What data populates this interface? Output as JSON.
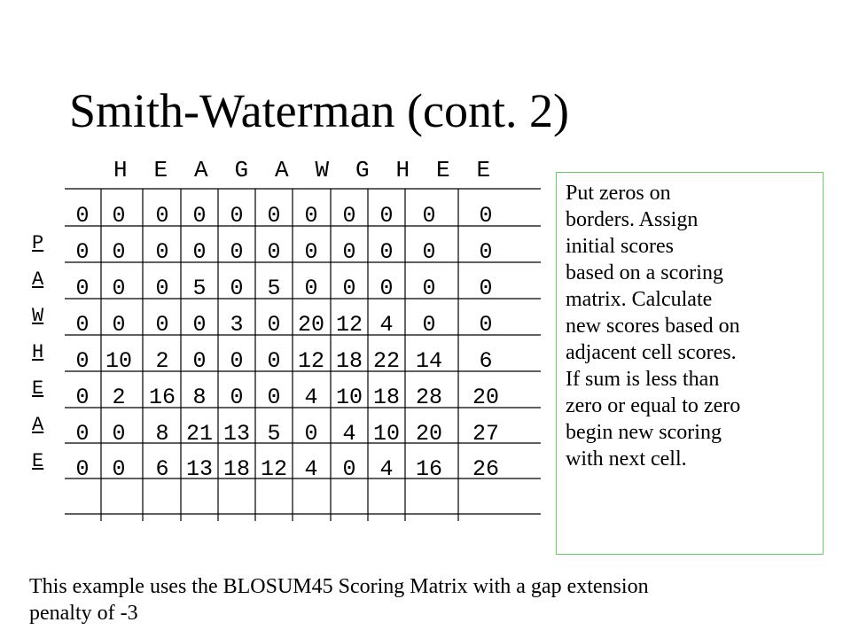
{
  "title": "Smith-Waterman (cont. 2)",
  "header_letters": [
    "H",
    "E",
    "A",
    "G",
    "A",
    "W",
    "G",
    "H",
    "E",
    "E"
  ],
  "side_letters": [
    "P",
    "A",
    "W",
    "H",
    "E",
    "A",
    "E"
  ],
  "matrix_rows": [
    [
      "0",
      "0",
      "0",
      "0",
      "0",
      "0",
      "0",
      "0",
      "0",
      "0",
      "0"
    ],
    [
      "0",
      "0",
      "0",
      "0",
      "0",
      "0",
      "0",
      "0",
      "0",
      "0",
      "0"
    ],
    [
      "0",
      "0",
      "0",
      "5",
      "0",
      "5",
      "0",
      "0",
      "0",
      "0",
      "0"
    ],
    [
      "0",
      "0",
      "0",
      "0",
      "3",
      "0",
      "20",
      "12",
      "4",
      "0",
      "0"
    ],
    [
      "0",
      "10",
      "2",
      "0",
      "0",
      "0",
      "12",
      "18",
      "22",
      "14",
      "6"
    ],
    [
      "0",
      "2",
      "16",
      "8",
      "0",
      "0",
      "4",
      "10",
      "18",
      "28",
      "20"
    ],
    [
      "0",
      "0",
      "8",
      "21",
      "13",
      "5",
      "0",
      "4",
      "10",
      "20",
      "27"
    ],
    [
      "0",
      "0",
      "6",
      "13",
      "18",
      "12",
      "4",
      "0",
      "4",
      "16",
      "26"
    ]
  ],
  "note_lines": [
    "Put zeros on",
    "borders. Assign",
    "initial scores",
    "based on a scoring",
    "matrix. Calculate",
    "new scores based on",
    "adjacent cell scores.",
    "If sum is less than",
    "zero or equal to zero",
    "begin new scoring",
    "with next cell."
  ],
  "footer_lines": [
    "This example uses the BLOSUM45 Scoring Matrix with a gap extension",
    "penalty of -3"
  ],
  "colors": {
    "grid_line": "#000000",
    "note_border": "#66cc66",
    "text": "#000000"
  }
}
